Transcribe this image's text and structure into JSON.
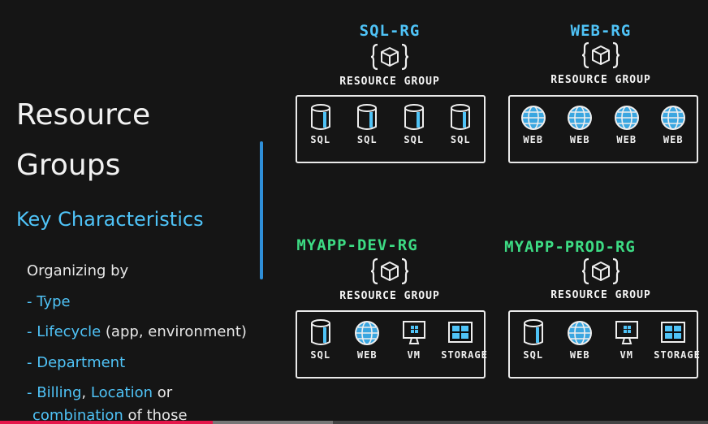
{
  "slide": {
    "title_line1": "Resource",
    "title_line2": "Groups",
    "subtitle": "Key Characteristics",
    "organizing_label": "Organizing by",
    "bullets": {
      "type": {
        "dash": "- ",
        "main": "Type"
      },
      "lifecycle": {
        "dash": "- ",
        "main": "Lifecycle",
        "rest": " (app, environment)"
      },
      "department": {
        "dash": "- ",
        "main": "Department"
      },
      "billing": {
        "dash": "- ",
        "main": "Billing",
        "sep": ", ",
        "main2": "Location",
        "rest": " or"
      },
      "combination": {
        "main": "combination",
        "rest": " of those"
      }
    }
  },
  "groups": {
    "sql_rg": {
      "name": "SQL-RG",
      "name_color": "#4fc3f7",
      "label": "RESOURCE GROUP",
      "items": [
        {
          "icon": "database-icon",
          "label": "SQL"
        },
        {
          "icon": "database-icon",
          "label": "SQL"
        },
        {
          "icon": "database-icon",
          "label": "SQL"
        },
        {
          "icon": "database-icon",
          "label": "SQL"
        }
      ]
    },
    "web_rg": {
      "name": "WEB-RG",
      "name_color": "#4fc3f7",
      "label": "RESOURCE GROUP",
      "items": [
        {
          "icon": "globe-icon",
          "label": "WEB"
        },
        {
          "icon": "globe-icon",
          "label": "WEB"
        },
        {
          "icon": "globe-icon",
          "label": "WEB"
        },
        {
          "icon": "globe-icon",
          "label": "WEB"
        }
      ]
    },
    "dev_rg": {
      "name": "MYAPP-DEV-RG",
      "name_color": "#3ddc84",
      "label": "RESOURCE GROUP",
      "items": [
        {
          "icon": "database-icon",
          "label": "SQL"
        },
        {
          "icon": "globe-icon",
          "label": "WEB"
        },
        {
          "icon": "vm-icon",
          "label": "VM"
        },
        {
          "icon": "storage-icon",
          "label": "STORAGE"
        }
      ]
    },
    "prod_rg": {
      "name": "MYAPP-PROD-RG",
      "name_color": "#3ddc84",
      "label": "RESOURCE GROUP",
      "items": [
        {
          "icon": "database-icon",
          "label": "SQL"
        },
        {
          "icon": "globe-icon",
          "label": "WEB"
        },
        {
          "icon": "vm-icon",
          "label": "VM"
        },
        {
          "icon": "storage-icon",
          "label": "STORAGE"
        }
      ]
    }
  },
  "colors": {
    "accent_blue": "#4fc3f7",
    "accent_green": "#3ddc84",
    "divider": "#2f8fd8",
    "progress": "#e5174b"
  },
  "video_progress": {
    "played_fraction": 0.3
  }
}
